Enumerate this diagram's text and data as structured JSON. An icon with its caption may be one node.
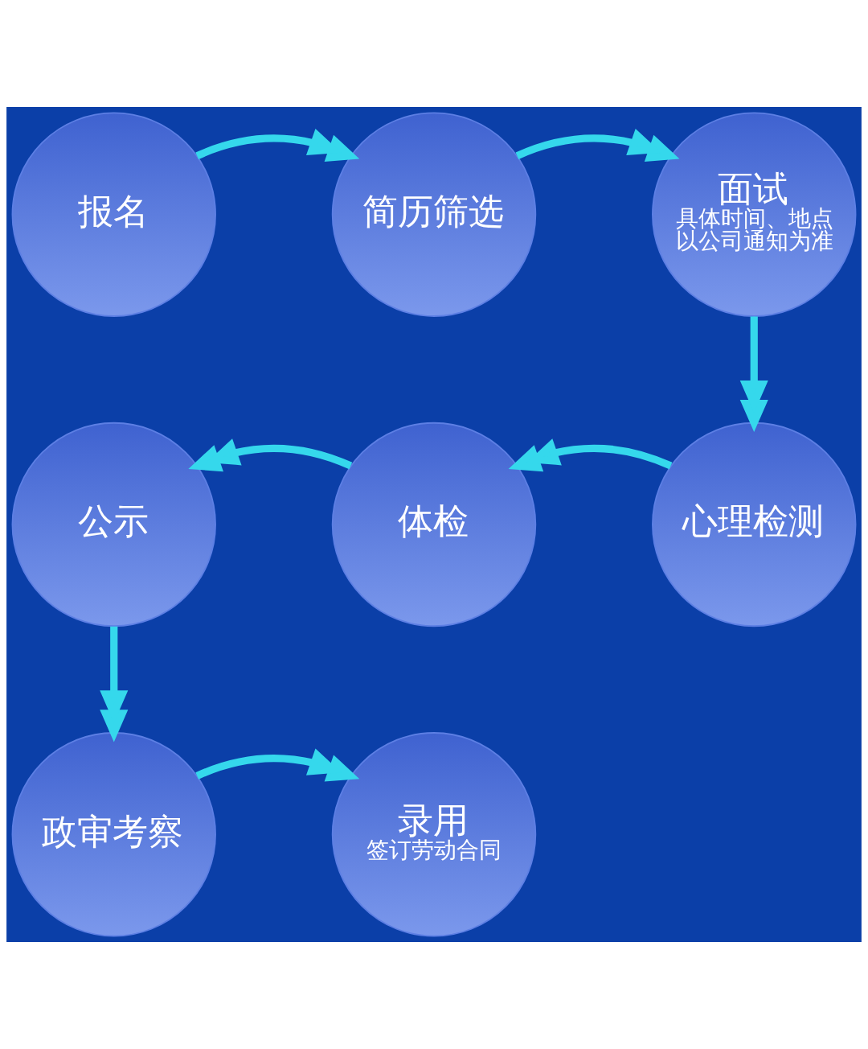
{
  "diagram": {
    "nodes": [
      {
        "text": [
          "报名"
        ]
      },
      {
        "text": [
          "简历筛选"
        ]
      },
      {
        "text": [
          "面试",
          "具体时间、地点以公司通知为准"
        ]
      },
      {
        "text": [
          "心理检测"
        ]
      },
      {
        "text": [
          "体检"
        ]
      },
      {
        "text": [
          "公示"
        ]
      },
      {
        "text": [
          "政审考察"
        ]
      },
      {
        "text": [
          "录用",
          "签订劳动合同"
        ]
      }
    ],
    "edges": [
      {
        "from": 0,
        "to": 1,
        "arrow": "to"
      },
      {
        "from": 1,
        "to": 2,
        "arrow": "to"
      },
      {
        "from": 2,
        "to": 3,
        "arrow": "to"
      },
      {
        "from": 3,
        "to": 4,
        "arrow": "to"
      },
      {
        "from": 4,
        "to": 5,
        "arrow": "to"
      },
      {
        "from": 5,
        "to": 6,
        "arrow": "to"
      },
      {
        "from": 6,
        "to": 7,
        "arrow": "to"
      }
    ]
  }
}
